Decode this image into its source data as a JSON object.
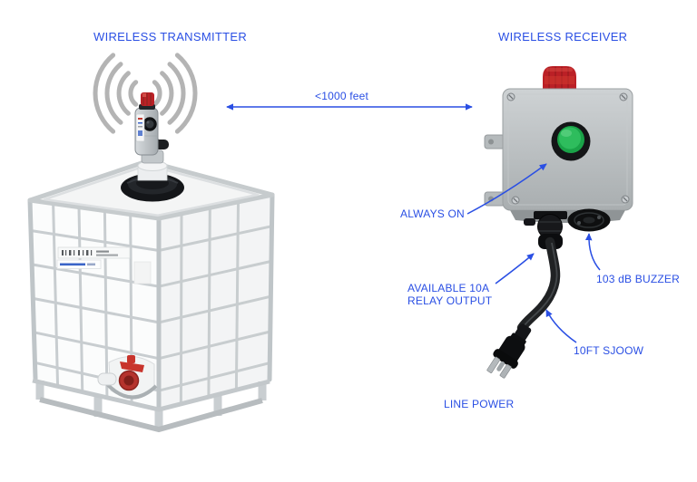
{
  "page": {
    "background": "#ffffff",
    "kind": "wireless tank level alarm system diagram"
  },
  "labels": {
    "transmitter_title": "WIRELESS TRANSMITTER",
    "receiver_title": "WIRELESS RECEIVER",
    "distance": "<1000 feet",
    "always_on": "ALWAYS ON",
    "relay_output": "AVAILABLE 10A\nRELAY OUTPUT",
    "buzzer": "103 dB BUZZER",
    "cable": "10FT SJOOW",
    "line_power": "LINE POWER"
  },
  "colors": {
    "label_blue": "#2a4fe4",
    "arrow_blue": "#2a4fe4",
    "wifi_gray": "#b4b4b4",
    "beacon_red": "#bb2026",
    "button_green": "#2ebd5d",
    "enclosure_gray": "#bcc0c2",
    "valve_red": "#b5332d",
    "cable_black": "#202224"
  },
  "icons": {
    "wifi_signal": "wifi-signal-icon",
    "distance_arrow": "double-headed-arrow-icon",
    "annotation_arrows": "curved-pointer-arrow-icon"
  }
}
